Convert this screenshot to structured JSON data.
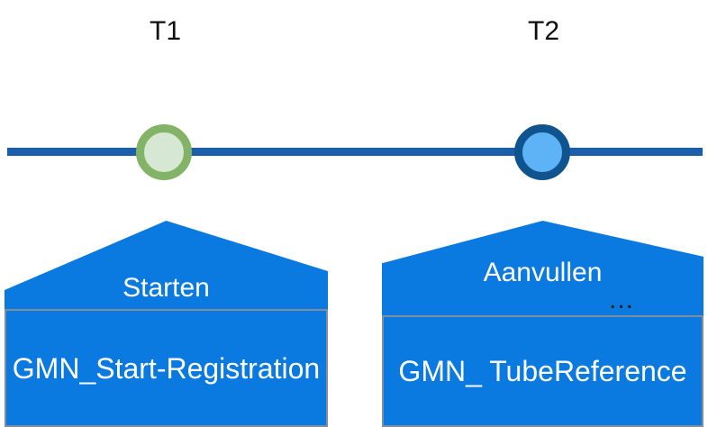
{
  "diagram": {
    "type": "timeline-with-process-shapes",
    "background_color": "#ffffff",
    "timeline": {
      "line_color": "#1b5faa",
      "milestones": [
        {
          "id": "t1",
          "label": "T1",
          "marker": "circle-outline-icon",
          "fill_color": "#d6e8d4",
          "ring_color": "#82b366"
        },
        {
          "id": "t2",
          "label": "T2",
          "marker": "circle-outline-icon",
          "fill_color": "#5eb3f7",
          "ring_color": "#10548f"
        }
      ]
    },
    "processes": [
      {
        "id": "start-registration",
        "action_label": "Starten",
        "ellipsis": "",
        "object_label": "GMN_Start-Registration",
        "shape_fill": "#0a7ae0",
        "box_border": "#7f8e9e",
        "text_color": "#ffffff"
      },
      {
        "id": "tube-reference",
        "action_label": "Aanvullen",
        "ellipsis": "...",
        "object_label": "GMN_ TubeReference",
        "shape_fill": "#0a7ae0",
        "box_border": "#7f8e9e",
        "text_color": "#ffffff"
      }
    ]
  }
}
